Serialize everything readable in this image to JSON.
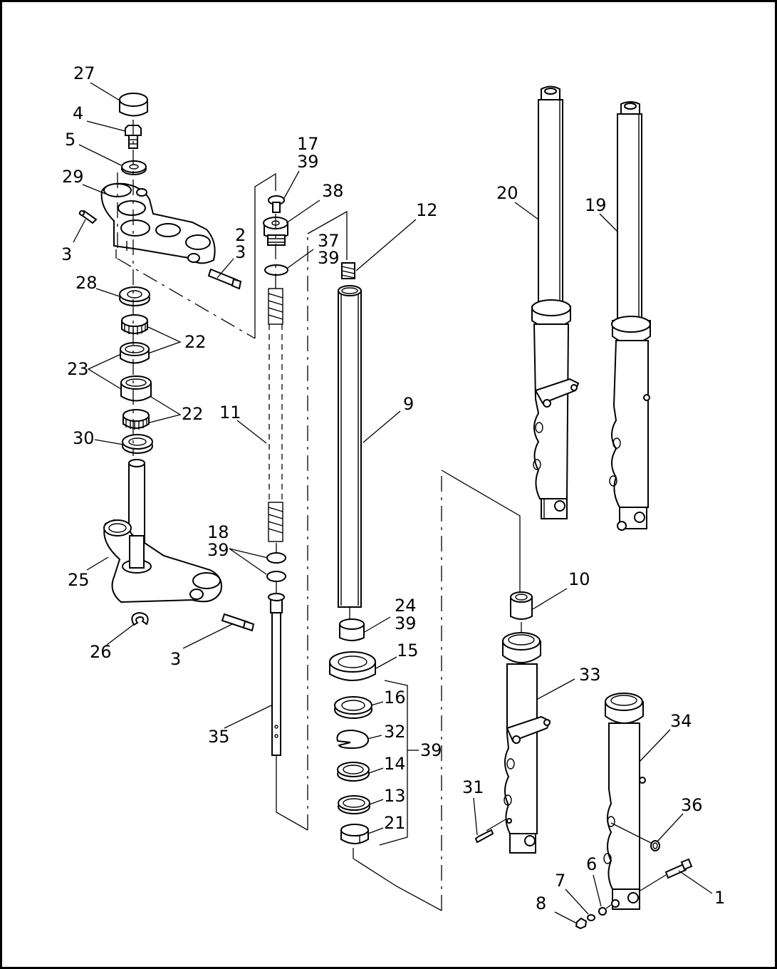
{
  "callouts": {
    "c1": "1",
    "c2": "2",
    "c3a": "3",
    "c3b": "3",
    "c3c": "3",
    "c4": "4",
    "c5": "5",
    "c6": "6",
    "c7": "7",
    "c8": "8",
    "c9": "9",
    "c10": "10",
    "c11": "11",
    "c12": "12",
    "c13": "13",
    "c14": "14",
    "c15": "15",
    "c16": "16",
    "c17": "17",
    "c18": "18",
    "c19": "19",
    "c20": "20",
    "c21": "21",
    "c22a": "22",
    "c22b": "22",
    "c23": "23",
    "c24": "24",
    "c25": "25",
    "c26": "26",
    "c27": "27",
    "c28": "28",
    "c29": "29",
    "c30": "30",
    "c31": "31",
    "c32": "32",
    "c33": "33",
    "c34": "34",
    "c35": "35",
    "c36": "36",
    "c37": "37",
    "c38": "38",
    "c39a": "39",
    "c39b": "39",
    "c39c": "39",
    "c39d": "39",
    "c39e": "39"
  }
}
